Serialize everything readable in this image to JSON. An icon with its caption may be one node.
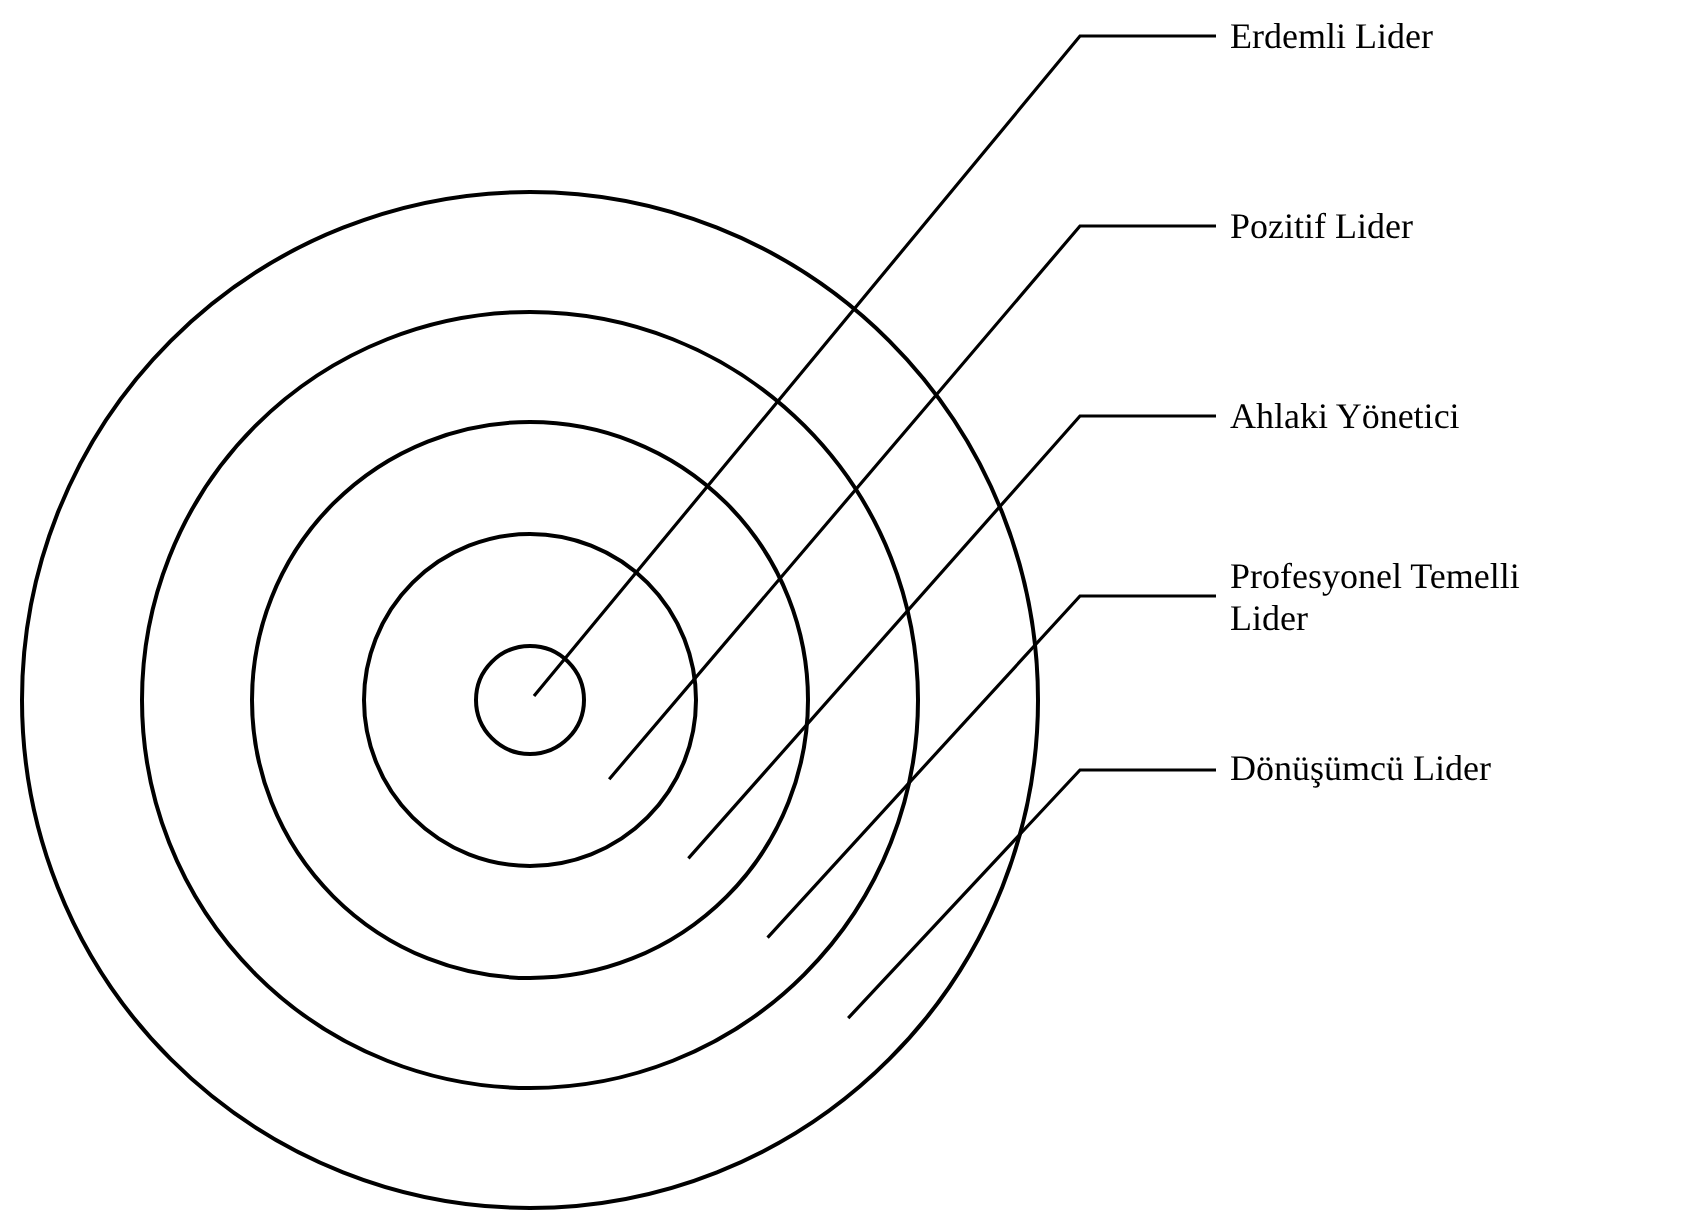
{
  "diagram": {
    "nodes": [
      {
        "text": [],
        "shape": "circle"
      },
      {
        "text": [],
        "shape": "circle",
        "in": 0
      },
      {
        "text": [],
        "shape": "circle",
        "in": 1
      },
      {
        "text": [],
        "shape": "circle",
        "in": 2
      },
      {
        "text": [],
        "shape": "circle",
        "in": 3
      },
      {
        "text": [
          "Erdemli Lider"
        ]
      },
      {
        "text": [
          "Pozitif Lider"
        ]
      },
      {
        "text": [
          "Ahlaki Yönetici"
        ]
      },
      {
        "text": [
          "Profesyonel Temelli Lider"
        ]
      },
      {
        "text": [
          "Dönüşümcü Lider"
        ]
      }
    ],
    "edges": [
      {
        "from": 5,
        "to": 4,
        "arrow": "none"
      },
      {
        "from": 6,
        "to": 3,
        "arrow": "none"
      },
      {
        "from": 7,
        "to": 2,
        "arrow": "none"
      },
      {
        "from": 8,
        "to": 1,
        "arrow": "none"
      },
      {
        "from": 9,
        "to": 0,
        "arrow": "none"
      }
    ]
  }
}
